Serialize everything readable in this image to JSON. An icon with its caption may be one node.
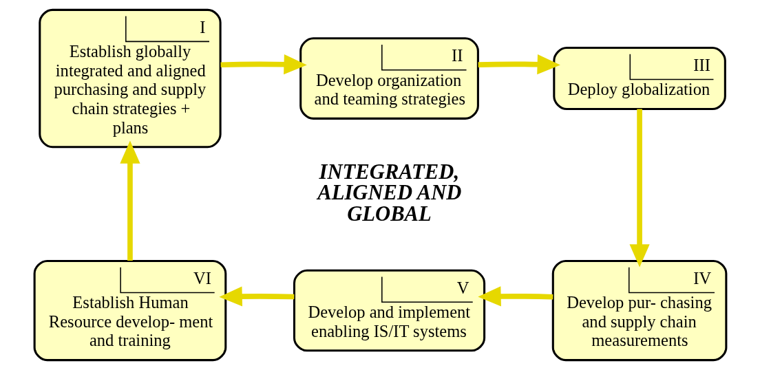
{
  "diagram": {
    "nodes": [
      {
        "text": [
          "I",
          "Establish globally integrated and aligned purchasing and supply chain strategies + plans"
        ]
      },
      {
        "text": [
          "II",
          "Develop organization and teaming strategies"
        ]
      },
      {
        "text": [
          "III",
          "Deploy globalization"
        ]
      },
      {
        "text": [
          "IV",
          "Develop pur- chasing and supply chain measurements"
        ]
      },
      {
        "text": [
          "V",
          "Develop and implement enabling IS/IT systems"
        ]
      },
      {
        "text": [
          "VI",
          "Establish Human Resource develop- ment and training"
        ]
      }
    ],
    "edges": [
      {
        "from": 0,
        "to": 1,
        "arrow": "to"
      },
      {
        "from": 1,
        "to": 2,
        "arrow": "to"
      },
      {
        "from": 2,
        "to": 3,
        "arrow": "to"
      },
      {
        "from": 3,
        "to": 4,
        "arrow": "to"
      },
      {
        "from": 4,
        "to": 5,
        "arrow": "to"
      },
      {
        "from": 5,
        "to": 0,
        "arrow": "to"
      }
    ],
    "labels": [
      "INTEGRATED, ALIGNED AND GLOBAL"
    ]
  }
}
